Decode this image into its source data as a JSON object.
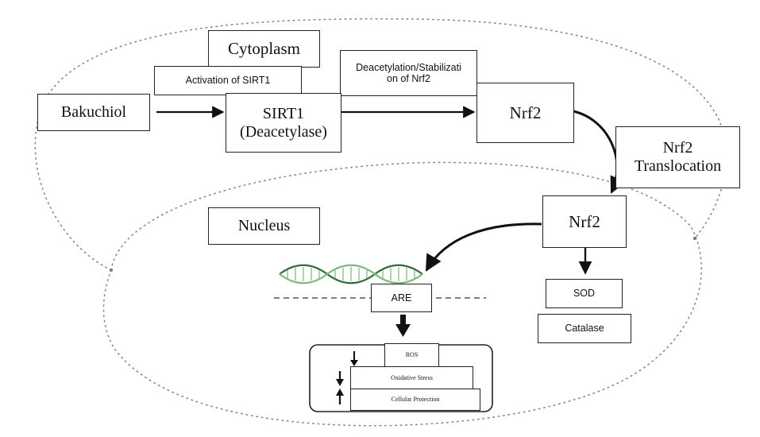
{
  "labels": {
    "cytoplasm": "Cytoplasm",
    "activation": "Activation of SIRT1",
    "deacetylation": "Deacetylation/Stabilization of Nrf2",
    "deacetylation_line1": "Deacetylation/Stabilizati",
    "deacetylation_line2": "on of Nrf2",
    "bakuchiol": "Bakuchiol",
    "sirt1_line1": "SIRT1",
    "sirt1_line2": "(Deacetylase)",
    "nrf2_cytoplasm": "Nrf2",
    "translocation_line1": "Nrf2",
    "translocation_line2": "Translocation",
    "nucleus": "Nucleus",
    "nrf2_nucleus": "Nrf2",
    "are": "ARE",
    "sod": "SOD",
    "catalase": "Catalase",
    "ros": "ROS",
    "oxidative_stress": "Oxidative Stress",
    "cellular_protection": "Cellular Protection"
  },
  "colors": {
    "line": "#111111",
    "dotted": "#888888",
    "dna_light": "#9cc89a",
    "dna_dark": "#2f6b3a"
  },
  "icons": {
    "down_arrow": "down-arrow-icon",
    "up_arrow": "up-arrow-icon",
    "dna": "dna-helix-icon"
  }
}
